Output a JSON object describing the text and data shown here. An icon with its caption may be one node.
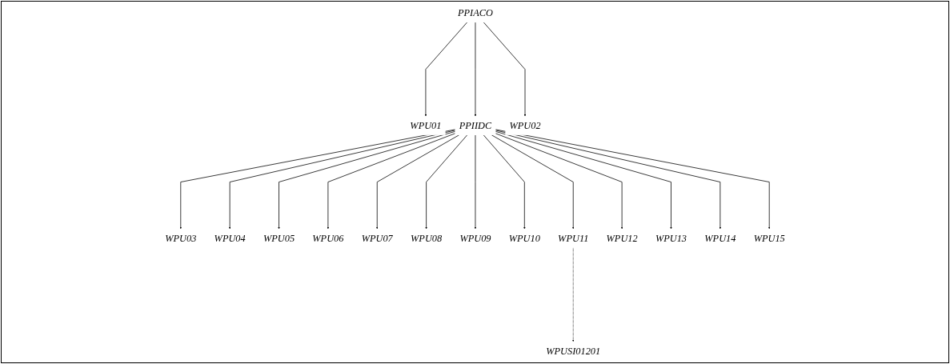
{
  "diagram": {
    "nodes": [
      {
        "text": [
          "PPIACO"
        ]
      },
      {
        "text": [
          "WPU01"
        ]
      },
      {
        "text": [
          "PPIIDC"
        ]
      },
      {
        "text": [
          "WPU02"
        ]
      },
      {
        "text": [
          "WPU03"
        ]
      },
      {
        "text": [
          "WPU04"
        ]
      },
      {
        "text": [
          "WPU05"
        ]
      },
      {
        "text": [
          "WPU06"
        ]
      },
      {
        "text": [
          "WPU07"
        ]
      },
      {
        "text": [
          "WPU08"
        ]
      },
      {
        "text": [
          "WPU09"
        ]
      },
      {
        "text": [
          "WPU10"
        ]
      },
      {
        "text": [
          "WPU11"
        ]
      },
      {
        "text": [
          "WPU12"
        ]
      },
      {
        "text": [
          "WPU13"
        ]
      },
      {
        "text": [
          "WPU14"
        ]
      },
      {
        "text": [
          "WPU15"
        ]
      },
      {
        "text": [
          "WPUSI01201"
        ]
      }
    ],
    "edges": [
      {
        "from": 0,
        "to": 1,
        "arrow": "to"
      },
      {
        "from": 0,
        "to": 2,
        "arrow": "to"
      },
      {
        "from": 0,
        "to": 3,
        "arrow": "to"
      },
      {
        "from": 2,
        "to": 4,
        "arrow": "to"
      },
      {
        "from": 2,
        "to": 5,
        "arrow": "to"
      },
      {
        "from": 2,
        "to": 6,
        "arrow": "to"
      },
      {
        "from": 2,
        "to": 7,
        "arrow": "to"
      },
      {
        "from": 2,
        "to": 8,
        "arrow": "to"
      },
      {
        "from": 2,
        "to": 9,
        "arrow": "to"
      },
      {
        "from": 2,
        "to": 10,
        "arrow": "to"
      },
      {
        "from": 2,
        "to": 11,
        "arrow": "to"
      },
      {
        "from": 2,
        "to": 12,
        "arrow": "to"
      },
      {
        "from": 2,
        "to": 13,
        "arrow": "to"
      },
      {
        "from": 2,
        "to": 14,
        "arrow": "to"
      },
      {
        "from": 2,
        "to": 15,
        "arrow": "to"
      },
      {
        "from": 2,
        "to": 16,
        "arrow": "to"
      },
      {
        "from": 12,
        "to": 17,
        "arrow": "to",
        "style": "dashed"
      }
    ]
  }
}
